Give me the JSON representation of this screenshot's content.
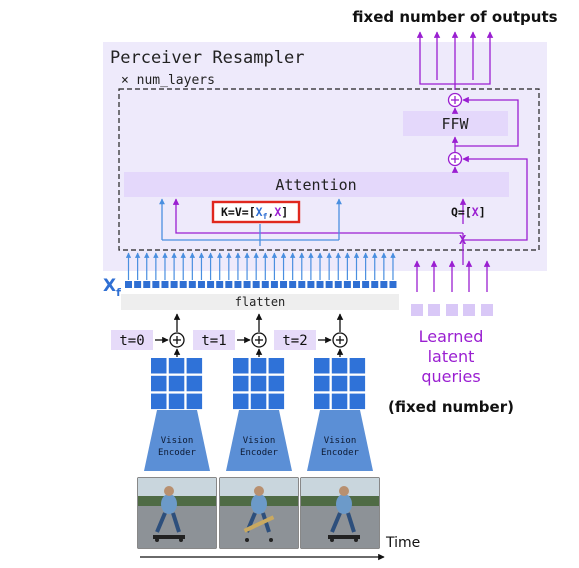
{
  "title_outputs": "fixed number of outputs",
  "resampler_title": "Perceiver Resampler",
  "num_layers_label": "× num_layers",
  "ffw_label": "FFW",
  "attention_label": "Attention",
  "kv_label": {
    "prefix": "K=V=[",
    "xf": "X",
    "xf_sub": "f",
    "comma": ",",
    "x": "X",
    "suffix": "]"
  },
  "q_label": {
    "prefix": "Q=[",
    "x": "X",
    "suffix": "]"
  },
  "x_label": "X",
  "xf_label": {
    "main": "X",
    "sub": "f"
  },
  "flatten_label": "flatten",
  "timesteps": [
    {
      "label": "t=0"
    },
    {
      "label": "t=1"
    },
    {
      "label": "t=2"
    }
  ],
  "encoder_label": [
    "Vision",
    "Encoder"
  ],
  "learned_queries_label": [
    "Learned",
    "latent",
    "queries"
  ],
  "fixed_number_label": "(fixed number)",
  "time_label": "Time",
  "plus_symbol": "+",
  "colors": {
    "box_bg": "#eeeafb",
    "attention_bg": "#e4d8fb",
    "purple": "#9a1fd1",
    "blue_arrow": "#4a8fe0",
    "blue_token": "#2f6fd3",
    "grid_blue": "#2f72d8",
    "encoder_blue": "#5b8fd6",
    "red": "#e0281e",
    "label_bg": "#e6dbf9",
    "flatten_bg": "#eeeeee",
    "query_box": "#d9c8f7"
  }
}
